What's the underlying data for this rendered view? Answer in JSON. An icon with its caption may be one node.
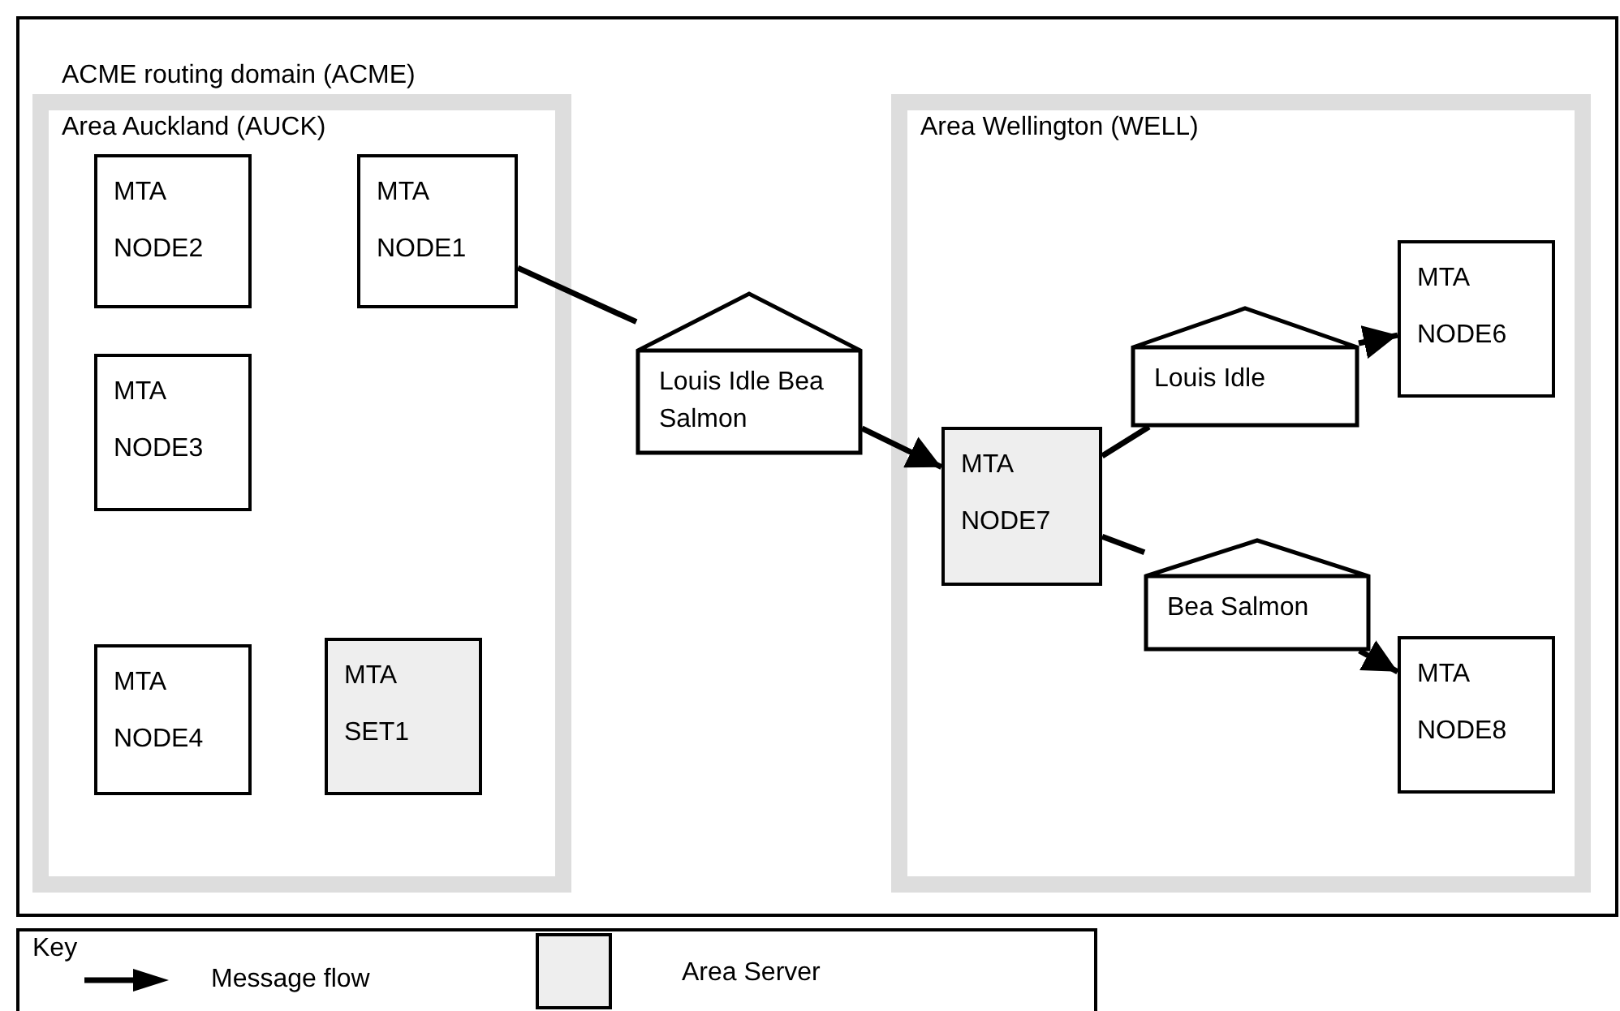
{
  "diagram": {
    "nodes": [
      {
        "text": [
          "ACME routing domain (ACME)"
        ]
      },
      {
        "text": [
          "Area Auckland (AUCK)"
        ],
        "in": 0
      },
      {
        "text": [
          "MTA",
          "NODE2"
        ],
        "in": 1
      },
      {
        "text": [
          "MTA",
          "NODE1"
        ],
        "in": 1
      },
      {
        "text": [
          "MTA",
          "NODE3"
        ],
        "in": 1
      },
      {
        "text": [
          "MTA",
          "NODE4"
        ],
        "in": 1
      },
      {
        "text": [
          "MTA",
          "SET1"
        ],
        "in": 1
      },
      {
        "text": [
          "Louis Idle Bea Salmon"
        ],
        "in": 0
      },
      {
        "text": [
          "Area Wellington (WELL)"
        ],
        "in": 0
      },
      {
        "text": [
          "MTA",
          "NODE7"
        ],
        "in": 8
      },
      {
        "text": [
          "Louis Idle"
        ],
        "in": 8
      },
      {
        "text": [
          "MTA",
          "NODE6"
        ],
        "in": 8
      },
      {
        "text": [
          "Bea Salmon"
        ],
        "in": 8
      },
      {
        "text": [
          "MTA",
          "NODE8"
        ],
        "in": 8
      }
    ],
    "edges": [
      {
        "from": 3,
        "to": 7,
        "arrow": "none"
      },
      {
        "from": 7,
        "to": 9,
        "arrow": "to"
      },
      {
        "from": 9,
        "to": 10,
        "arrow": "none"
      },
      {
        "from": 10,
        "to": 11,
        "arrow": "to"
      },
      {
        "from": 9,
        "to": 12,
        "arrow": "none"
      },
      {
        "from": 12,
        "to": 13,
        "arrow": "to"
      }
    ],
    "labels": [
      "Key"
    ],
    "legend": [
      {
        "text": "Message flow"
      },
      {
        "text": "Area Server",
        "color": "#eeeeee"
      }
    ]
  }
}
